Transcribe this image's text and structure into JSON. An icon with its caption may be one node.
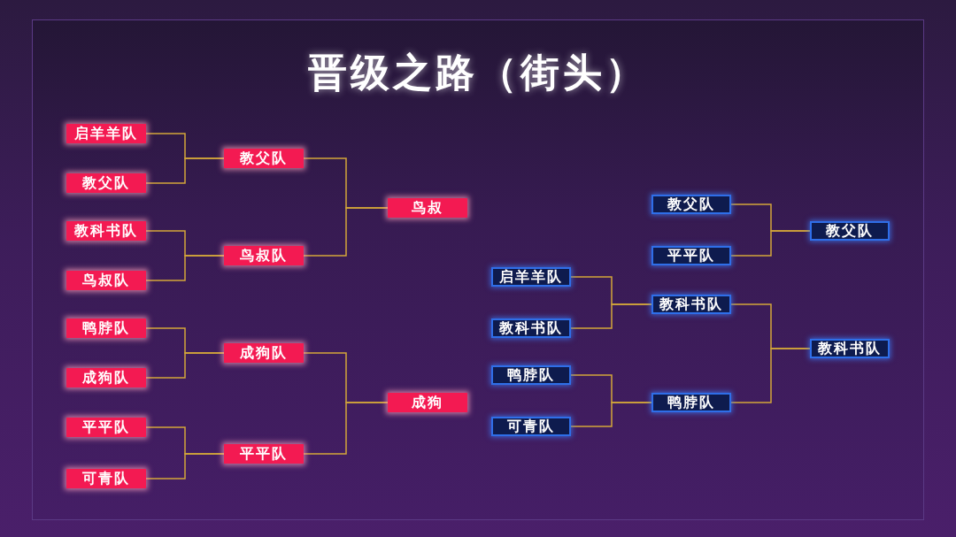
{
  "diagram": {
    "title": "晋级之路（街头）",
    "nodes": [
      {
        "text": [
          "启羊羊队"
        ]
      },
      {
        "text": [
          "教父队"
        ]
      },
      {
        "text": [
          "教科书队"
        ]
      },
      {
        "text": [
          "鸟叔队"
        ]
      },
      {
        "text": [
          "鸭脖队"
        ]
      },
      {
        "text": [
          "成狗队"
        ]
      },
      {
        "text": [
          "平平队"
        ]
      },
      {
        "text": [
          "可青队"
        ]
      },
      {
        "text": [
          "教父队"
        ]
      },
      {
        "text": [
          "鸟叔队"
        ]
      },
      {
        "text": [
          "成狗队"
        ]
      },
      {
        "text": [
          "平平队"
        ]
      },
      {
        "text": [
          "鸟叔"
        ]
      },
      {
        "text": [
          "成狗"
        ]
      },
      {
        "text": [
          "教父队"
        ]
      },
      {
        "text": [
          "平平队"
        ]
      },
      {
        "text": [
          "启羊羊队"
        ]
      },
      {
        "text": [
          "教科书队"
        ]
      },
      {
        "text": [
          "教科书队"
        ]
      },
      {
        "text": [
          "鸭脖队"
        ]
      },
      {
        "text": [
          "可青队"
        ]
      },
      {
        "text": [
          "鸭脖队"
        ]
      },
      {
        "text": [
          "教父队"
        ]
      },
      {
        "text": [
          "教科书队"
        ]
      }
    ],
    "edges": [
      {
        "from": 0,
        "to": 8,
        "arrow": "none"
      },
      {
        "from": 1,
        "to": 8,
        "arrow": "none"
      },
      {
        "from": 2,
        "to": 9,
        "arrow": "none"
      },
      {
        "from": 3,
        "to": 9,
        "arrow": "none"
      },
      {
        "from": 4,
        "to": 10,
        "arrow": "none"
      },
      {
        "from": 5,
        "to": 10,
        "arrow": "none"
      },
      {
        "from": 6,
        "to": 11,
        "arrow": "none"
      },
      {
        "from": 7,
        "to": 11,
        "arrow": "none"
      },
      {
        "from": 8,
        "to": 12,
        "arrow": "none"
      },
      {
        "from": 9,
        "to": 12,
        "arrow": "none"
      },
      {
        "from": 10,
        "to": 13,
        "arrow": "none"
      },
      {
        "from": 11,
        "to": 13,
        "arrow": "none"
      },
      {
        "from": 14,
        "to": 22,
        "arrow": "none"
      },
      {
        "from": 15,
        "to": 22,
        "arrow": "none"
      },
      {
        "from": 16,
        "to": 18,
        "arrow": "none"
      },
      {
        "from": 17,
        "to": 18,
        "arrow": "none"
      },
      {
        "from": 19,
        "to": 21,
        "arrow": "none"
      },
      {
        "from": 20,
        "to": 21,
        "arrow": "none"
      },
      {
        "from": 18,
        "to": 23,
        "arrow": "none"
      },
      {
        "from": 21,
        "to": 23,
        "arrow": "none"
      }
    ]
  }
}
